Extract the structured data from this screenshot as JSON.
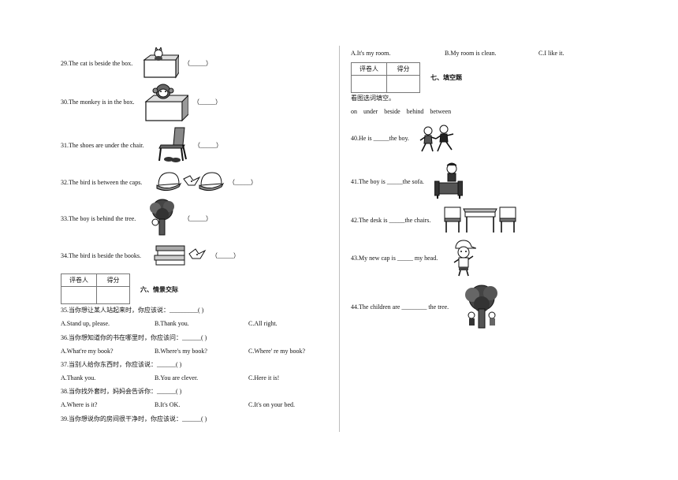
{
  "left": {
    "items": [
      {
        "text": "29.The cat is beside the box.",
        "blank": "（_____）",
        "icon": "cat-box-icon"
      },
      {
        "text": "30.The monkey is in the box.",
        "blank": "（_____）",
        "icon": "monkey-box-icon"
      },
      {
        "text": "31.The shoes are under the chair.",
        "blank": "（_____）",
        "icon": "chair-shoes-icon"
      },
      {
        "text": "32.The bird is between the caps.",
        "blank": "（_____）",
        "icon": "caps-bird-icon"
      },
      {
        "text": "33.The boy is behind the tree.",
        "blank": "（_____）",
        "icon": "tree-boy-icon"
      },
      {
        "text": "34.The bird is beside the books.",
        "blank": "（_____）",
        "icon": "books-bird-icon"
      }
    ],
    "score_table": {
      "reviewer": "评卷人",
      "score": "得分"
    },
    "section6": "六、情景交际",
    "questions": [
      {
        "q": "35.当你想让某人站起来时，你应该说：_________(   )",
        "a": "A.Stand up, please.",
        "b": "B.Thank you.",
        "c": "C.All right."
      },
      {
        "q": "36.当你想知道你的书在哪里时，你应该问：______(   )",
        "a": "A.What're my book?",
        "b": "B.Where's my book?",
        "c": "C.Where' re my book?"
      },
      {
        "q": "37.当别人给你东西时，你应该说：______(   )",
        "a": "A.Thank you.",
        "b": "B.You are clever.",
        "c": "C.Here it is!"
      },
      {
        "q": "38.当你找外套时，妈妈会告诉你：______(   )",
        "a": "A.Where is it?",
        "b": "B.It's OK.",
        "c": "C.It's on your bed."
      },
      {
        "q": "39.当你想说你的房间很干净时，你应该说：______(   )"
      }
    ]
  },
  "right": {
    "q39_options": {
      "a": "A.It's my room.",
      "b": "B.My room is clean.",
      "c": "C.I like it."
    },
    "score_table": {
      "reviewer": "评卷人",
      "score": "得分"
    },
    "section7": "七、填空题",
    "instruction": "看图选词填空。",
    "word_bank": "on    under    beside    behind    between",
    "items": [
      {
        "text": "40.He is _____the boy.",
        "icon": "two-boys-running-icon"
      },
      {
        "text": "41.The boy is _____the sofa.",
        "icon": "boy-sofa-icon"
      },
      {
        "text": "42.The desk is _____the chairs.",
        "icon": "desk-between-chairs-icon"
      },
      {
        "text": "43.My new cap is _____ my head.",
        "icon": "boy-cap-icon"
      },
      {
        "text": "44.The children are ________ the tree.",
        "icon": "children-tree-icon"
      }
    ]
  }
}
